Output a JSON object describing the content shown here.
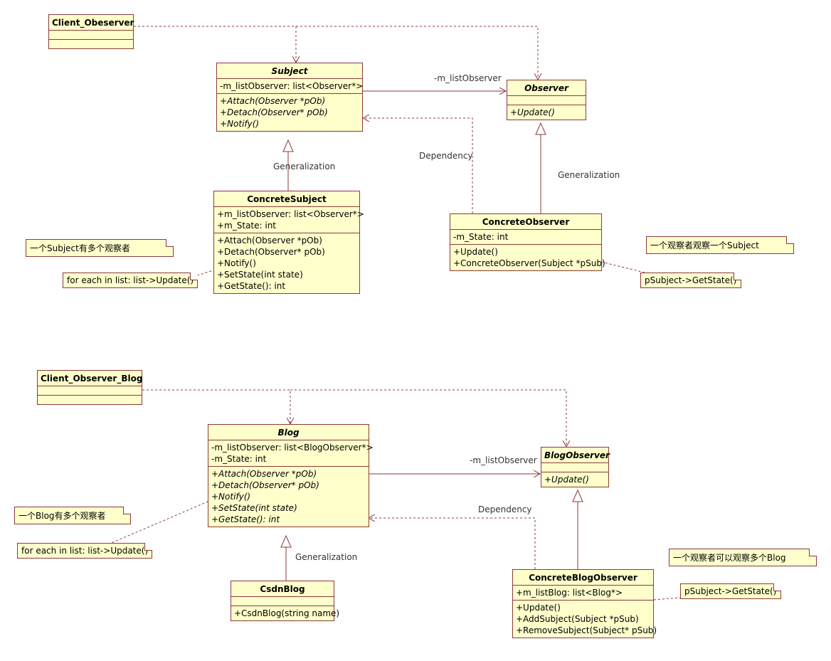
{
  "top": {
    "client": {
      "name": "Client_Obeserver"
    },
    "subject": {
      "name": "Subject",
      "attributes": [
        "-m_listObserver: list<Observer*>"
      ],
      "operations": [
        "+Attach(Observer *pOb)",
        "+Detach(Observer* pOb)",
        "+Notify()"
      ]
    },
    "observer": {
      "name": "Observer",
      "operations": [
        "+Update()"
      ]
    },
    "concrete_subject": {
      "name": "ConcreteSubject",
      "attributes": [
        "+m_listObserver: list<Observer*>",
        "+m_State: int"
      ],
      "operations": [
        "+Attach(Observer *pOb)",
        "+Detach(Observer* pOb)",
        "+Notify()",
        "+SetState(int state)",
        "+GetState(): int"
      ]
    },
    "concrete_observer": {
      "name": "ConcreteObserver",
      "attributes": [
        "-m_State: int"
      ],
      "operations": [
        "+Update()",
        "+ConcreteObserver(Subject *pSub)"
      ]
    },
    "labels": {
      "assoc": "-m_listObserver",
      "dependency": "Dependency",
      "gen_subject": "Generalization",
      "gen_observer": "Generalization"
    },
    "notes": {
      "multi_observers": "一个Subject有多个观察者",
      "for_each": "for each in list: list->Update()",
      "one_subject": "一个观察者观察一个Subject",
      "get_state": "pSubject->GetState()"
    }
  },
  "bottom": {
    "client": {
      "name": "Client_Observer_Blog"
    },
    "blog": {
      "name": "Blog",
      "attributes": [
        "-m_listObserver: list<BlogObserver*>",
        "-m_State: int"
      ],
      "operations": [
        "+Attach(Observer *pOb)",
        "+Detach(Observer* pOb)",
        "+Notify()",
        "+SetState(int state)",
        "+GetState(): int"
      ]
    },
    "blog_observer": {
      "name": "BlogObserver",
      "operations": [
        "+Update()"
      ]
    },
    "csdn_blog": {
      "name": "CsdnBlog",
      "operations": [
        "+CsdnBlog(string name)"
      ]
    },
    "concrete_blog_observer": {
      "name": "ConcreteBlogObserver",
      "attributes": [
        "+m_listBlog: list<Blog*>"
      ],
      "operations": [
        "+Update()",
        "+AddSubject(Subject *pSub)",
        "+RemoveSubject(Subject* pSub)"
      ]
    },
    "labels": {
      "assoc": "-m_listObserver",
      "dependency": "Dependency",
      "gen_blog": "Generalization"
    },
    "notes": {
      "multi_observers": "一个Blog有多个观察者",
      "for_each": "for each in list: list->Update()",
      "multi_blogs": "一个观察者可以观察多个Blog",
      "get_state": "pSubject->GetState()"
    }
  },
  "colors": {
    "fill": "#ffffcc",
    "border": "#8b3a3a",
    "line": "#8b3a3a"
  }
}
